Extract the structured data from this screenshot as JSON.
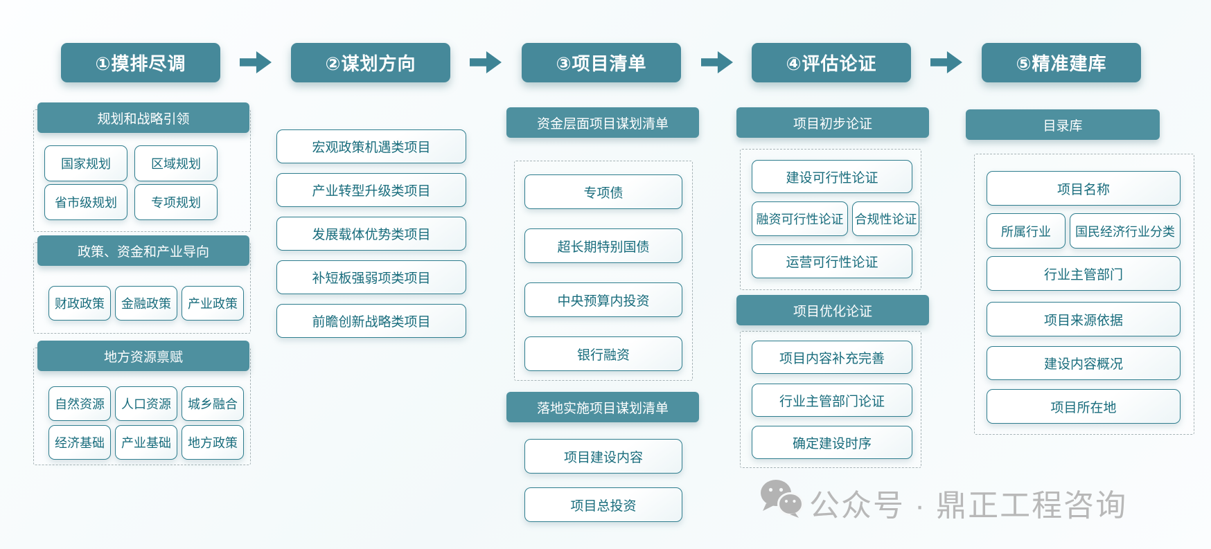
{
  "flow": {
    "steps": [
      {
        "label": "①摸排尽调"
      },
      {
        "label": "②谋划方向"
      },
      {
        "label": "③项目清单"
      },
      {
        "label": "④评估论证"
      },
      {
        "label": "⑤精准建库"
      }
    ]
  },
  "col1": {
    "groups": [
      {
        "title": "规划和战略引领",
        "items": [
          "国家规划",
          "区域规划",
          "省市级规划",
          "专项规划"
        ]
      },
      {
        "title": "政策、资金和产业导向",
        "items": [
          "财政政策",
          "金融政策",
          "产业政策"
        ]
      },
      {
        "title": "地方资源禀赋",
        "items": [
          "自然资源",
          "人口资源",
          "城乡融合",
          "经济基础",
          "产业基础",
          "地方政策"
        ]
      }
    ]
  },
  "col2": {
    "items": [
      "宏观政策机遇类项目",
      "产业转型升级类项目",
      "发展载体优势类项目",
      "补短板强弱项类项目",
      "前瞻创新战略类项目"
    ]
  },
  "col3": {
    "sections": [
      {
        "title": "资金层面项目谋划清单",
        "items": [
          "专项债",
          "超长期特别国债",
          "中央预算内投资",
          "银行融资"
        ]
      },
      {
        "title": "落地实施项目谋划清单",
        "items": [
          "项目建设内容",
          "项目总投资"
        ]
      }
    ]
  },
  "col4": {
    "sections": [
      {
        "title": "项目初步论证",
        "items": [
          "建设可行性论证",
          "融资可行性论证",
          "合规性论证",
          "运营可行性论证"
        ]
      },
      {
        "title": "项目优化论证",
        "items": [
          "项目内容补充完善",
          "行业主管部门论证",
          "确定建设时序"
        ]
      }
    ]
  },
  "col5": {
    "section": {
      "title": "目录库",
      "items": [
        "项目名称",
        "所属行业",
        "国民经济行业分类",
        "行业主管部门",
        "项目来源依据",
        "建设内容概况",
        "项目所在地"
      ]
    }
  },
  "watermark": {
    "icon": "wechat-icon",
    "text": "公众号 · 鼎正工程咨询"
  },
  "colors": {
    "step_header": "#46899a",
    "group_bar": "#4e909f",
    "arrow": "#3e8495",
    "box_border": "#2e7d8e",
    "box_text": "#186c7c",
    "dashed_border": "#a6b3b6",
    "watermark_gray": "#b8b8b8"
  }
}
